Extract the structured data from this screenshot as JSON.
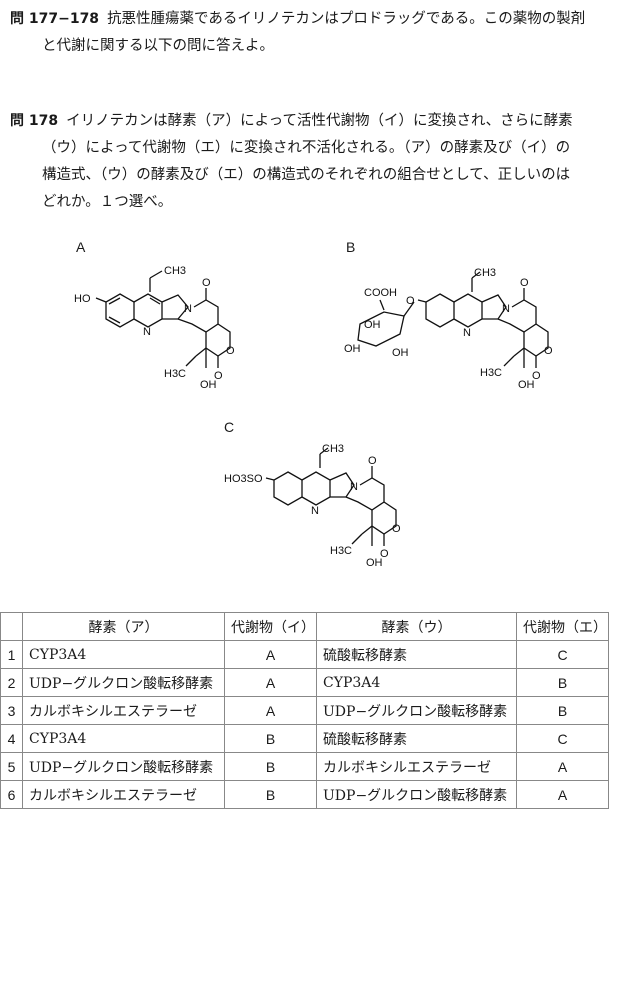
{
  "q177": {
    "number": "問 177−178",
    "line1": "抗悪性腫瘍薬であるイリノテカンはプロドラッグである。この薬物の製剤",
    "line2": "と代謝に関する以下の問に答えよ。"
  },
  "q178": {
    "number": "問 178",
    "line1": "イリノテカンは酵素（ア）によって活性代謝物（イ）に変換され、さらに酵素",
    "line2": "（ウ）によって代謝物（エ）に変換され不活化される。（ア）の酵素及び（イ）の",
    "line3": "構造式、（ウ）の酵素及び（エ）の構造式のそれぞれの組合せとして、正しいのは",
    "line4": "どれか。１つ選べ。"
  },
  "structures": {
    "a_label": "A",
    "b_label": "B",
    "c_label": "C",
    "ch3": "CH3",
    "ho": "HO",
    "n": "N",
    "o": "O",
    "h3c": "H3C",
    "oh": "OH",
    "cooh": "COOH",
    "ho3so": "HO3SO"
  },
  "table": {
    "headers": [
      "",
      "酵素（ア）",
      "代謝物（イ）",
      "酵素（ウ）",
      "代謝物（エ）"
    ],
    "rows": [
      [
        "1",
        "CYP3A4",
        "A",
        "硫酸転移酵素",
        "C"
      ],
      [
        "2",
        "UDP−グルクロン酸転移酵素",
        "A",
        "CYP3A4",
        "B"
      ],
      [
        "3",
        "カルボキシルエステラーゼ",
        "A",
        "UDP−グルクロン酸転移酵素",
        "B"
      ],
      [
        "4",
        "CYP3A4",
        "B",
        "硫酸転移酵素",
        "C"
      ],
      [
        "5",
        "UDP−グルクロン酸転移酵素",
        "B",
        "カルボキシルエステラーゼ",
        "A"
      ],
      [
        "6",
        "カルボキシルエステラーゼ",
        "B",
        "UDP−グルクロン酸転移酵素",
        "A"
      ]
    ]
  }
}
